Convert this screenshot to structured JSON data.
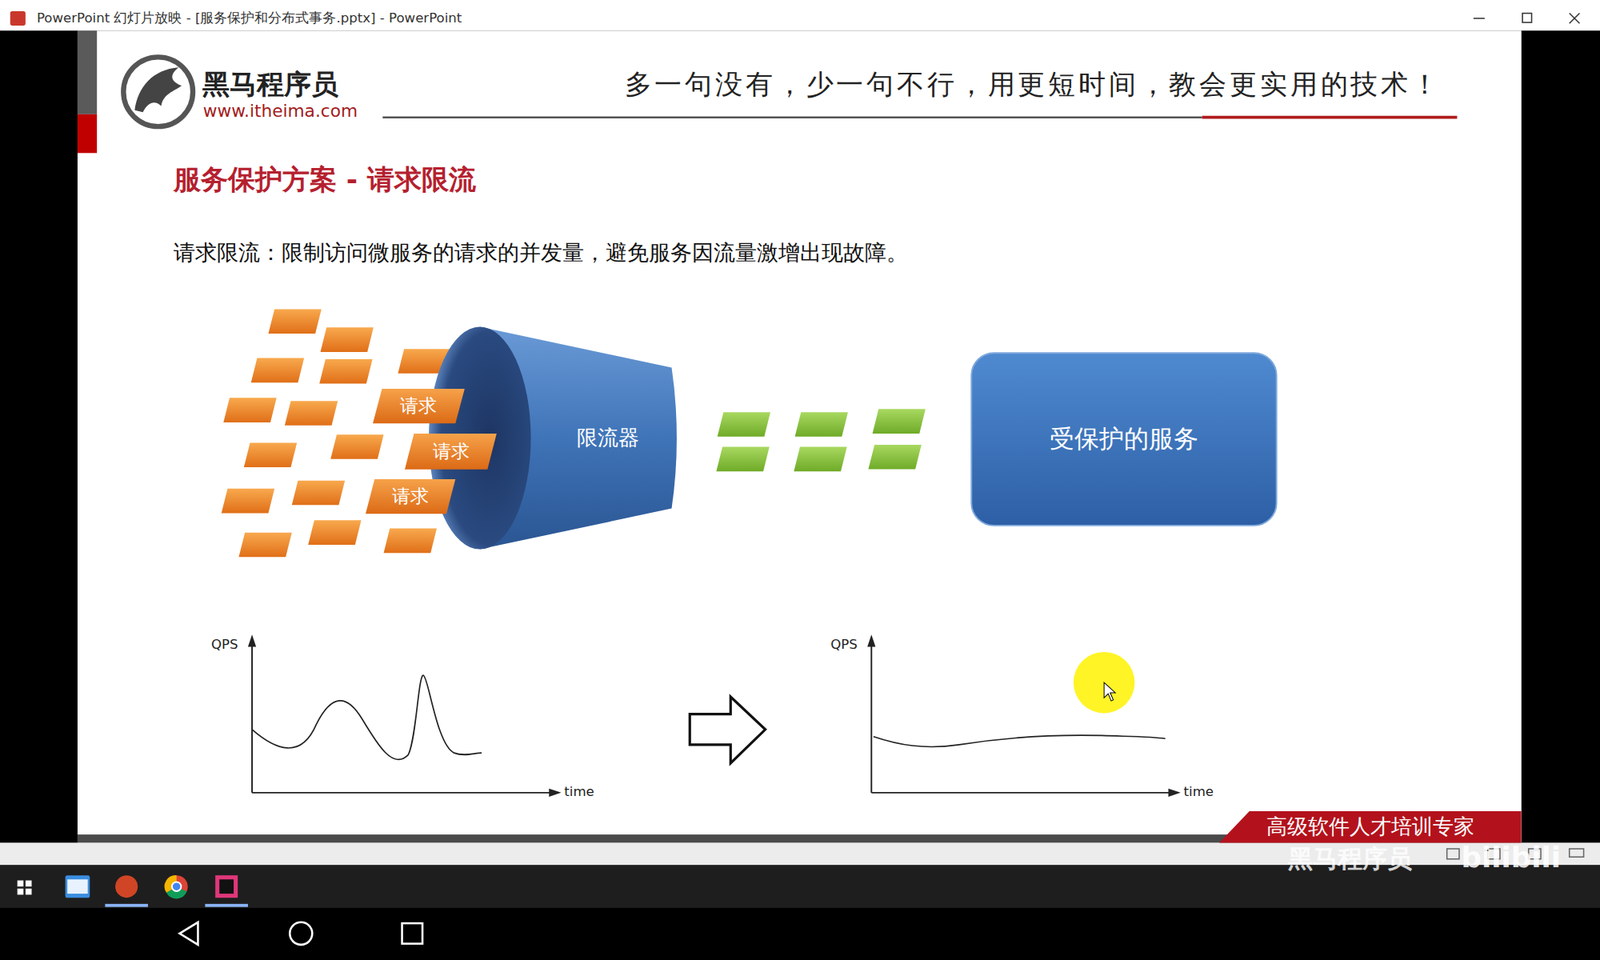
{
  "diagram": {
    "title": "服务保护方案 - 请求限流",
    "nodes": [
      {
        "text": [
          "请求"
        ]
      },
      {
        "text": [
          "请求"
        ]
      },
      {
        "text": [
          "请求"
        ]
      },
      {
        "text": [
          "限流器"
        ]
      },
      {
        "text": [
          "受保护的服务"
        ]
      },
      {
        "text": [
          "高级软件人才培训专家"
        ]
      }
    ],
    "labels": [
      "PowerPoint 幻灯片放映 - [服务保护和分布式事务.pptx] - PowerPoint",
      "黑马程序员",
      "www.itheima.com",
      "多一句没有，少一句不行，用更短时间，教会更实用的技术！",
      "请求限流：限制访问微服务的请求的并发量，避免服务因流量激增出现故障。",
      "QPS",
      "time",
      "QPS",
      "time",
      "黑马程序员",
      "bilibili"
    ]
  }
}
